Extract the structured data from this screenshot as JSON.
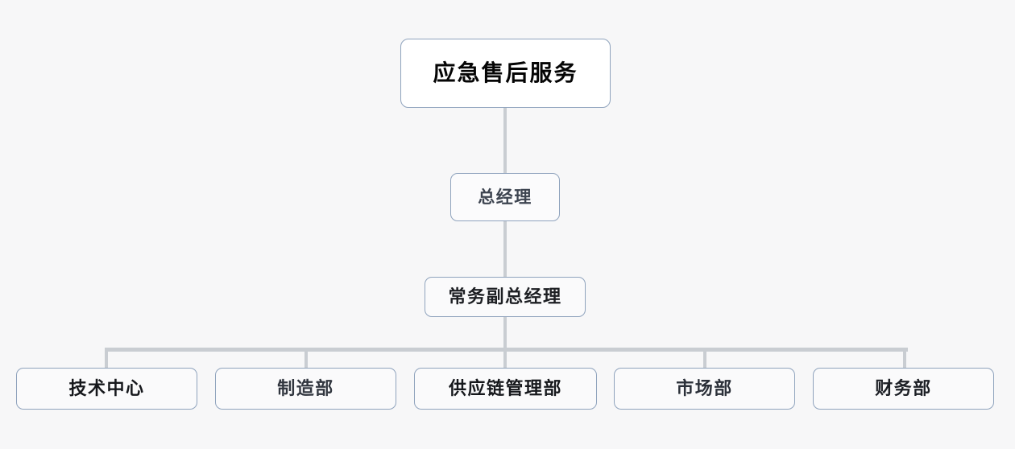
{
  "chart": {
    "type": "org-chart",
    "title": "应急售后服务",
    "background_color": "#f7f7f8",
    "node_border_color": "#8fa3bd",
    "connector_color": "#c9cdd2",
    "levels": [
      {
        "level": 0,
        "nodes": [
          {
            "id": "root",
            "label": "应急售后服务"
          }
        ]
      },
      {
        "level": 1,
        "nodes": [
          {
            "id": "gm",
            "label": "总经理"
          }
        ]
      },
      {
        "level": 2,
        "nodes": [
          {
            "id": "dgm",
            "label": "常务副总经理"
          }
        ]
      },
      {
        "level": 3,
        "nodes": [
          {
            "id": "dept-tech",
            "label": "技术中心"
          },
          {
            "id": "dept-manufacturing",
            "label": "制造部"
          },
          {
            "id": "dept-supply-chain",
            "label": "供应链管理部"
          },
          {
            "id": "dept-marketing",
            "label": "市场部"
          },
          {
            "id": "dept-finance",
            "label": "财务部"
          }
        ]
      }
    ],
    "edges": [
      {
        "from": "root",
        "to": "gm"
      },
      {
        "from": "gm",
        "to": "dgm"
      },
      {
        "from": "dgm",
        "to": "dept-tech"
      },
      {
        "from": "dgm",
        "to": "dept-manufacturing"
      },
      {
        "from": "dgm",
        "to": "dept-supply-chain"
      },
      {
        "from": "dgm",
        "to": "dept-marketing"
      },
      {
        "from": "dgm",
        "to": "dept-finance"
      }
    ]
  }
}
